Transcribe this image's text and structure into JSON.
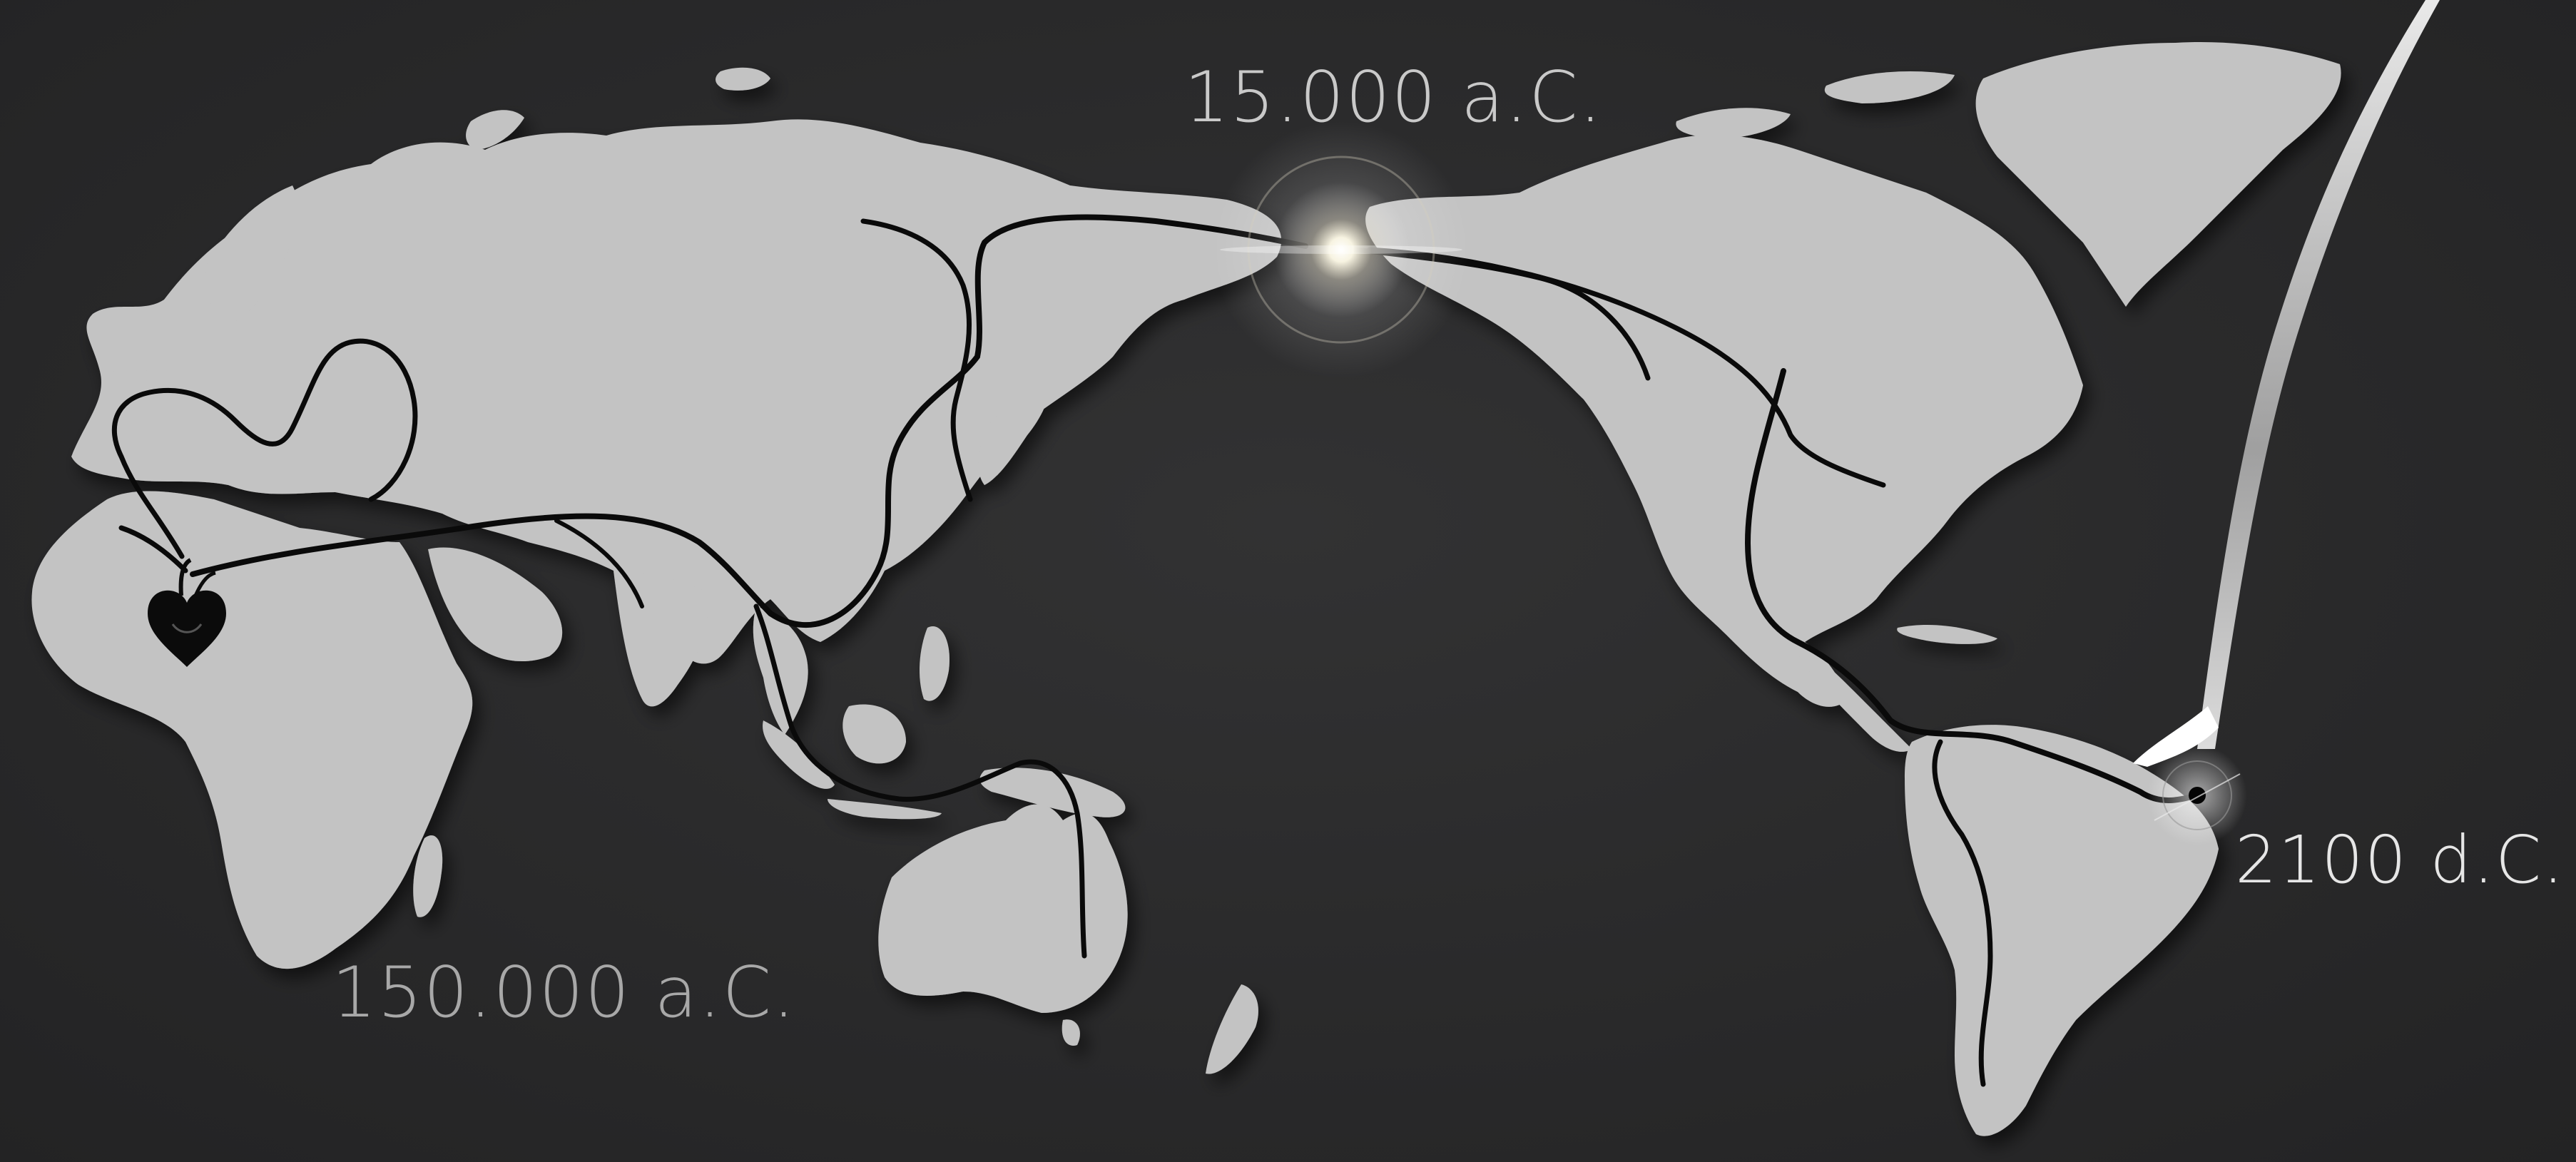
{
  "map": {
    "background_color": "#2a2a2b",
    "land_color": "#c3c3c3",
    "route_color": "#0a0a0a",
    "glow_color": "#fffbe8"
  },
  "labels": {
    "bering_crossing": "15.000 a.C.",
    "african_origin": "150.000 a.C.",
    "future_departure": "2100 d.C."
  },
  "icons": {
    "origin": "heart-icon",
    "crossing": "light-flare-icon",
    "future": "rocket-launch-icon"
  }
}
